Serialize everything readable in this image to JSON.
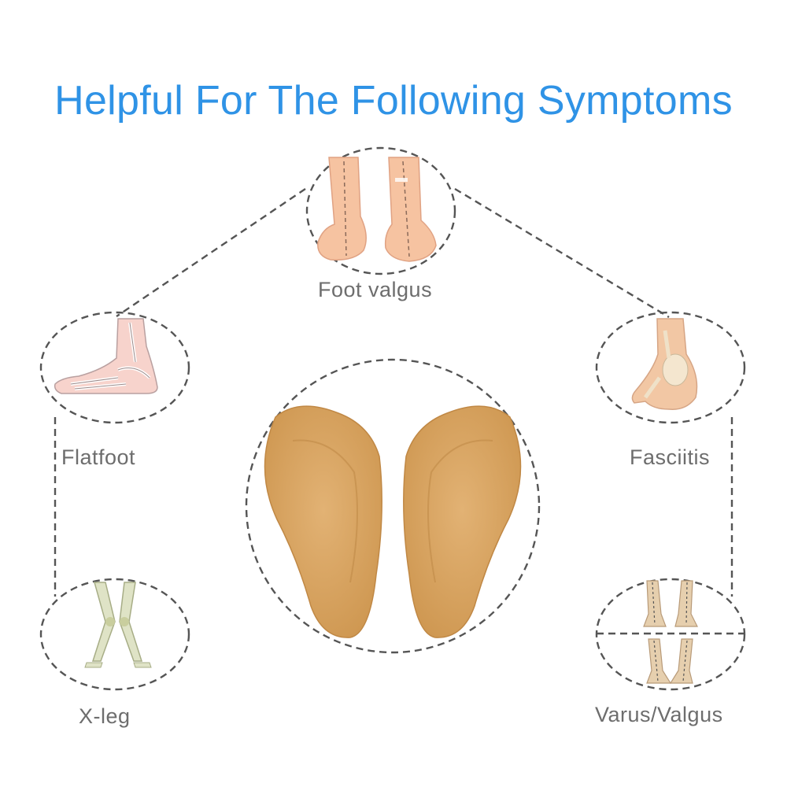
{
  "title": "Helpful For The Following Symptoms",
  "symptoms": {
    "top": "Foot valgus",
    "left_upper": "Flatfoot",
    "right_upper": "Fasciitis",
    "left_lower": "X-leg",
    "right_lower": "Varus/Valgus"
  },
  "colors": {
    "title": "#2f93e6",
    "label": "#6d6d6d",
    "dashed_line": "#555555",
    "skin": "#f6c3a1",
    "insole": "#d9a766"
  }
}
